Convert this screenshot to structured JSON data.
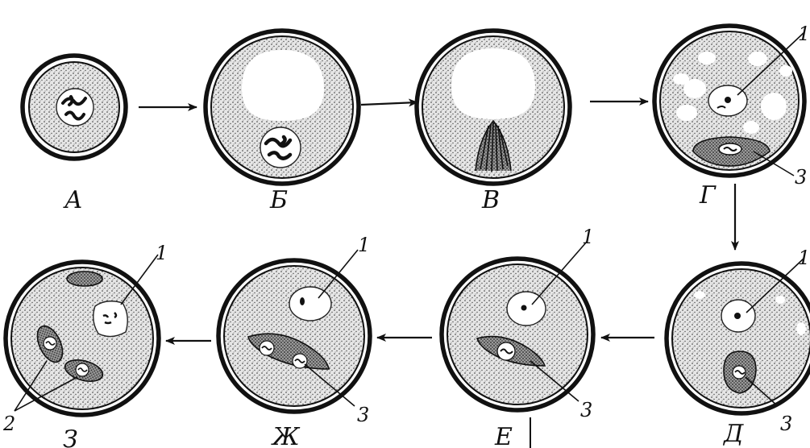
{
  "labels": {
    "A": "А",
    "B": "Б",
    "V": "В",
    "G": "Г",
    "D": "Д",
    "E": "Е",
    "ZH": "Ж",
    "Z": "З"
  },
  "numbers": {
    "one": "1",
    "two": "2",
    "three": "3"
  }
}
